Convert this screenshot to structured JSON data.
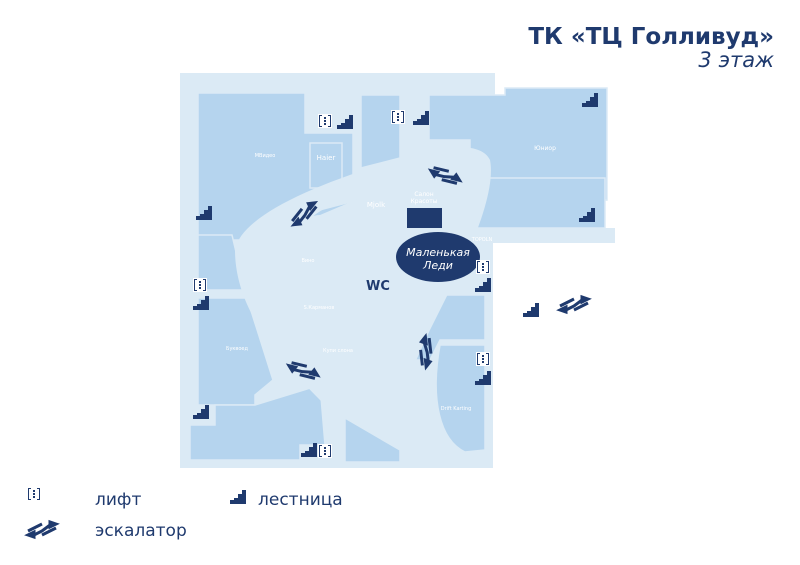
{
  "header": {
    "title": "ТК «ТЦ Голливуд»",
    "floor": "3 этаж"
  },
  "stores": {
    "mvideo": "МВидео",
    "haier": "Haier",
    "mjolk": "Mjolk",
    "salon1": "Салон",
    "salon2": "Красоты",
    "topoln": "TOPOLN",
    "junior": "Юниор",
    "lady1": "Маленькая",
    "lady2": "Леди",
    "vino": "Вино",
    "karmanov": "S.Карманов",
    "bukvoed": "Буквоед",
    "kupi": "Купи слона",
    "drift": "Drift Karting",
    "wc": "WC"
  },
  "legend": {
    "lift": "лифт",
    "stairs": "лестница",
    "escalator": "эскалатор"
  },
  "colors": {
    "floor": "#dbeaf5",
    "shop": "#b5d4ee",
    "icon": "#1f3a6e"
  }
}
